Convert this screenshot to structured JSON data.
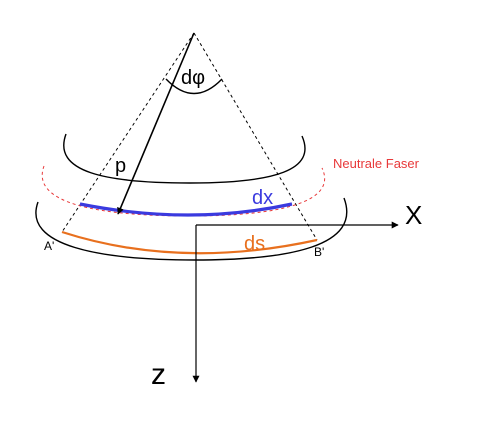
{
  "labels": {
    "angle": "dφ",
    "radius": "p",
    "neutral_fiber": "Neutrale Faser",
    "dx": "dx",
    "ds": "ds",
    "point_a": "A'",
    "point_b": "B'",
    "x_axis": "X",
    "z_axis": "z"
  },
  "colors": {
    "line": "#000000",
    "neutral_fiber": "#e8393a",
    "dx": "#3a3adf",
    "ds": "#e8701e",
    "background": "#ffffff"
  }
}
